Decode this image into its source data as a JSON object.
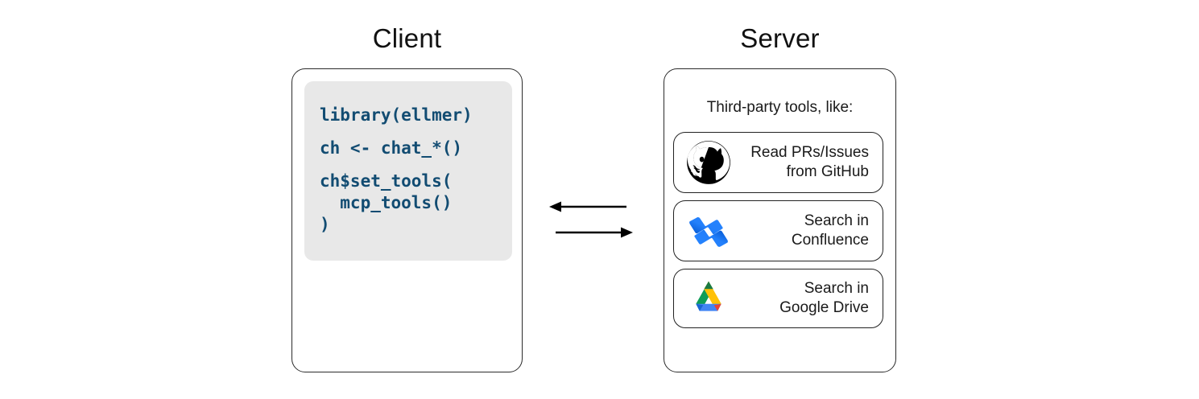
{
  "diagram": {
    "title_left": "Client",
    "title_right": "Server",
    "code": {
      "language": "r",
      "lines": [
        "library(ellmer)",
        "ch <- chat_*()",
        "ch$set_tools(",
        "  mcp_tools()",
        ")"
      ],
      "text_color": "#124c72",
      "background": "#e8e8e8"
    },
    "server": {
      "label": "Third-party tools, like:",
      "tools": [
        {
          "icon": "github-icon",
          "label": "Read PRs/Issues\nfrom GitHub",
          "brand_color": "#000000"
        },
        {
          "icon": "confluence-icon",
          "label": "Search in\nConfluence",
          "brand_color": "#2684FF"
        },
        {
          "icon": "google-drive-icon",
          "label": "Search in\nGoogle Drive",
          "brand_color": "#0F9D58"
        }
      ]
    },
    "arrows": [
      {
        "name": "server-to-client-arrow",
        "direction": "left"
      },
      {
        "name": "client-to-server-arrow",
        "direction": "right"
      }
    ],
    "colors": {
      "panel_border": "#2b2b2b",
      "text": "#1a1a1a",
      "page_background": "#ffffff"
    }
  }
}
